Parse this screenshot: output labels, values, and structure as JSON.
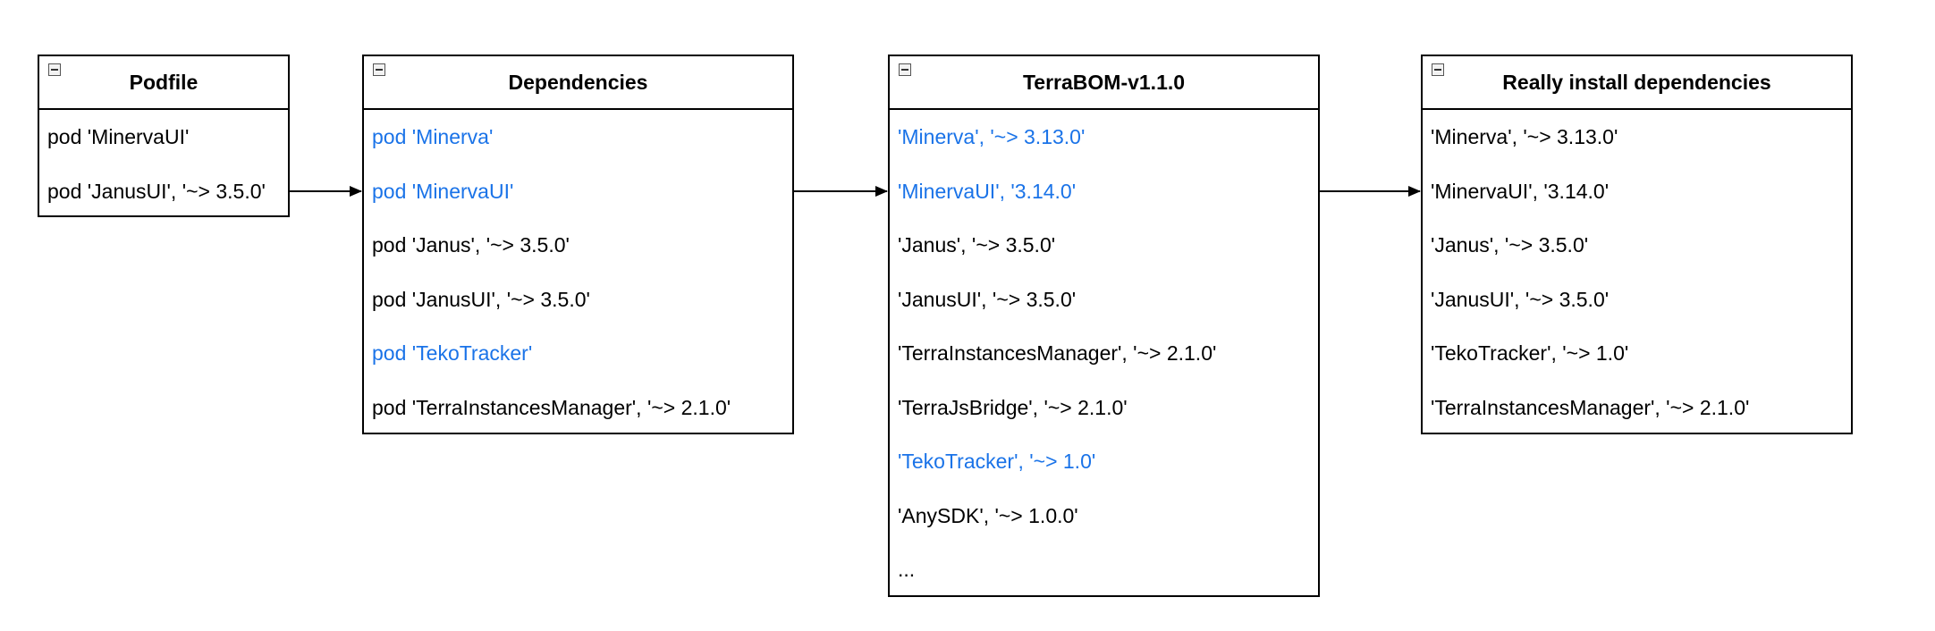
{
  "colors": {
    "highlight": "#1a73e8",
    "text": "#000000",
    "border": "#000000"
  },
  "podfile": {
    "title": "Podfile",
    "items": [
      {
        "text": "pod 'MinervaUI'",
        "highlight": false
      },
      {
        "text": "pod 'JanusUI', '~> 3.5.0'",
        "highlight": false
      }
    ]
  },
  "dependencies": {
    "title": "Dependencies",
    "items": [
      {
        "text": "pod 'Minerva'",
        "highlight": true
      },
      {
        "text": "pod 'MinervaUI'",
        "highlight": true
      },
      {
        "text": "pod 'Janus', '~> 3.5.0'",
        "highlight": false
      },
      {
        "text": "pod 'JanusUI', '~> 3.5.0'",
        "highlight": false
      },
      {
        "text": "pod 'TekoTracker'",
        "highlight": true
      },
      {
        "text": "pod 'TerraInstancesManager', '~> 2.1.0'",
        "highlight": false
      }
    ]
  },
  "terrabom": {
    "title": "TerraBOM-v1.1.0",
    "items": [
      {
        "text": "'Minerva', '~> 3.13.0'",
        "highlight": true
      },
      {
        "text": "'MinervaUI', '3.14.0'",
        "highlight": true
      },
      {
        "text": "'Janus', '~> 3.5.0'",
        "highlight": false
      },
      {
        "text": "'JanusUI', '~> 3.5.0'",
        "highlight": false
      },
      {
        "text": "'TerraInstancesManager', '~> 2.1.0'",
        "highlight": false
      },
      {
        "text": "'TerraJsBridge', '~> 2.1.0'",
        "highlight": false
      },
      {
        "text": "'TekoTracker', '~> 1.0'",
        "highlight": true
      },
      {
        "text": "'AnySDK', '~> 1.0.0'",
        "highlight": false
      },
      {
        "text": "...",
        "highlight": false
      }
    ]
  },
  "really_install": {
    "title": "Really install dependencies",
    "items": [
      {
        "text": "'Minerva', '~> 3.13.0'",
        "highlight": false
      },
      {
        "text": "'MinervaUI', '3.14.0'",
        "highlight": false
      },
      {
        "text": "'Janus', '~> 3.5.0'",
        "highlight": false
      },
      {
        "text": "'JanusUI', '~> 3.5.0'",
        "highlight": false
      },
      {
        "text": "'TekoTracker', '~> 1.0'",
        "highlight": false
      },
      {
        "text": "'TerraInstancesManager', '~> 2.1.0'",
        "highlight": false
      }
    ]
  }
}
